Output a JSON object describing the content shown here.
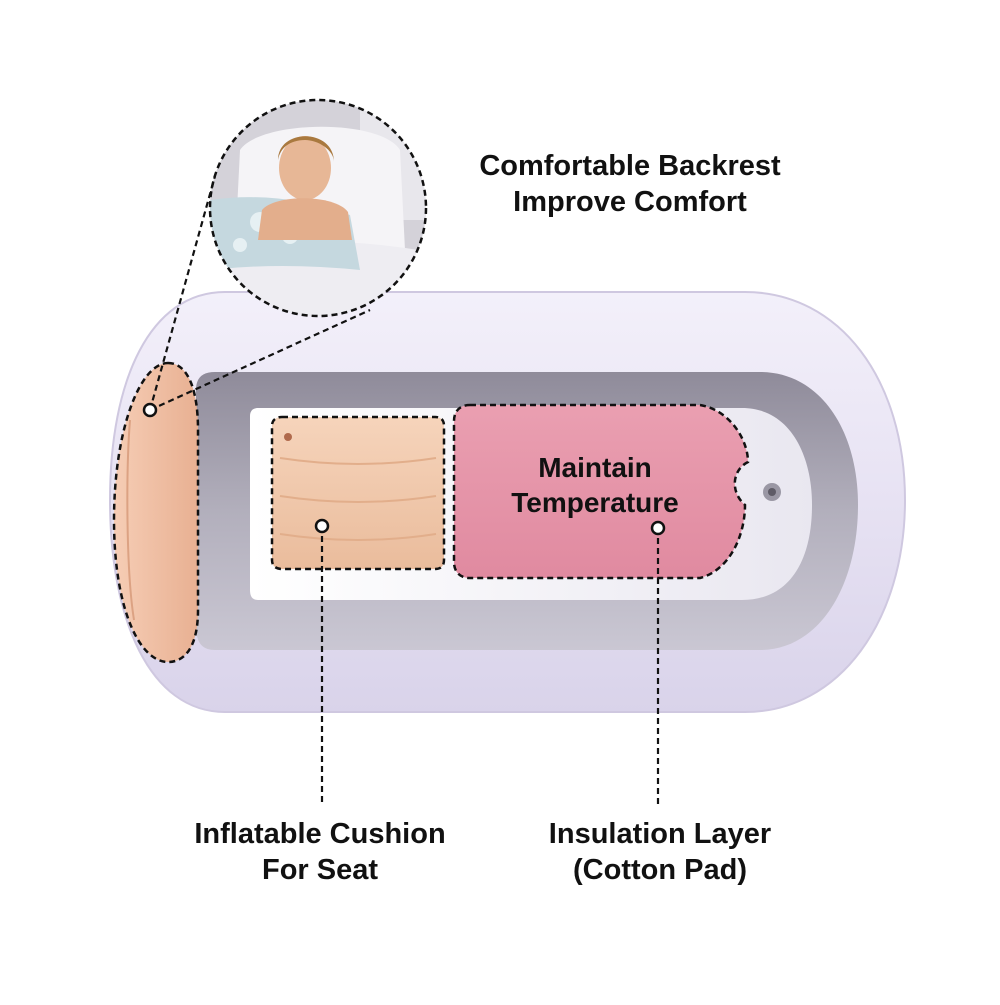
{
  "callouts": {
    "backrest": {
      "line1": "Comfortable Backrest",
      "line2": "Improve Comfort"
    },
    "temperature": {
      "line1": "Maintain",
      "line2": "Temperature"
    },
    "cushion": {
      "line1": "Inflatable Cushion",
      "line2": "For Seat"
    },
    "insulation": {
      "line1": "Insulation Layer",
      "line2": "(Cotton Pad)"
    }
  },
  "colors": {
    "tub_outer": "#e9e4f4",
    "tub_inner": "#aeaab8",
    "tub_floor": "#f7f6fb",
    "backrest": "#f2c2a6",
    "cushion": "#f1c7a9",
    "insulation_pad": "#e695a8",
    "outline": "#111111"
  }
}
